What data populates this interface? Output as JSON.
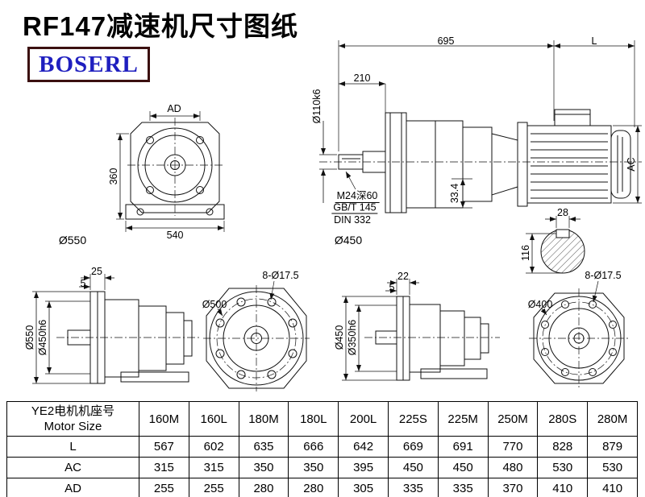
{
  "page": {
    "title": "RF147减速机尺寸图纸",
    "logo": "BOSERL"
  },
  "drawing": {
    "side_view": {
      "dim_695": "695",
      "dim_L": "L",
      "dim_210": "210",
      "dim_shaft_dia": "Ø110k6",
      "tap_line1": "M24深60",
      "tap_line2": "GB/T 145",
      "tap_line3": "DIN 332",
      "dim_33_4": "33.4",
      "dim_AC": "AC",
      "dim_28": "28",
      "dim_116": "116",
      "label_flange": "Ø450"
    },
    "front_view": {
      "dim_AD": "AD",
      "dim_360": "360",
      "dim_540": "540",
      "label_diameter": "Ø550"
    },
    "flange_left": {
      "dim_25": "25",
      "dim_5": "5",
      "dim_od": "Ø550",
      "dim_spigot": "Ø450h6",
      "holes": "8-Ø17.5",
      "bolt_circle": "Ø500"
    },
    "flange_right": {
      "dim_22": "22",
      "dim_5": "5",
      "dim_od": "Ø450",
      "dim_spigot": "Ø350h6",
      "holes": "8-Ø17.5",
      "bolt_circle": "Ø400"
    }
  },
  "table": {
    "header_cn": "YE2电机机座号",
    "header_en": "Motor Size",
    "columns": [
      "160M",
      "160L",
      "180M",
      "180L",
      "200L",
      "225S",
      "225M",
      "250M",
      "280S",
      "280M"
    ],
    "rows": [
      {
        "label": "L",
        "values": [
          "567",
          "602",
          "635",
          "666",
          "642",
          "669",
          "691",
          "770",
          "828",
          "879"
        ]
      },
      {
        "label": "AC",
        "values": [
          "315",
          "315",
          "350",
          "350",
          "395",
          "450",
          "450",
          "480",
          "530",
          "530"
        ]
      },
      {
        "label": "AD",
        "values": [
          "255",
          "255",
          "280",
          "280",
          "305",
          "335",
          "335",
          "370",
          "410",
          "410"
        ]
      }
    ]
  }
}
